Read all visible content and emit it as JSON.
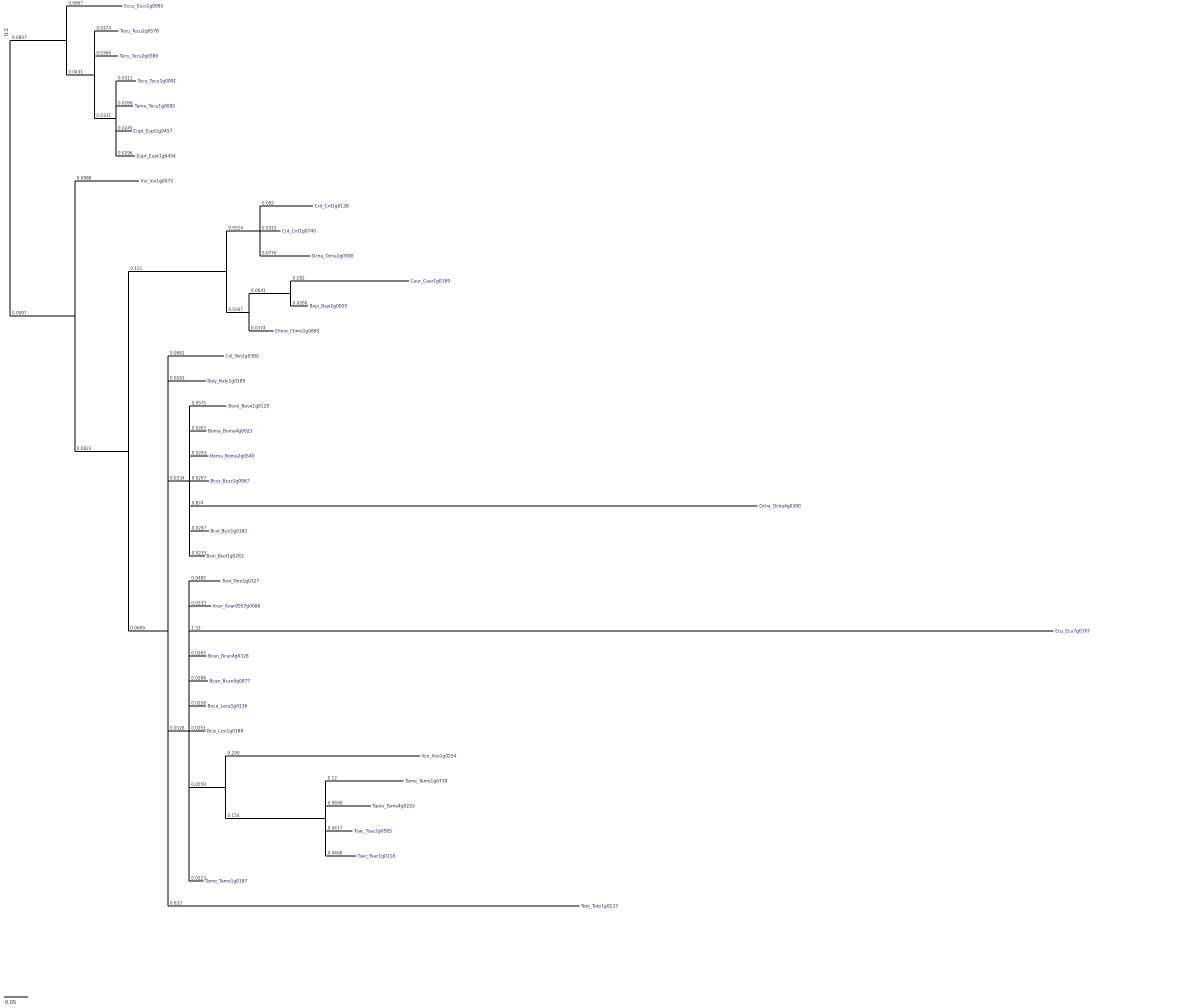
{
  "tree": {
    "scale_bar_label": "0.05",
    "root_label": "0.2",
    "nodes": [
      {
        "id": "n1",
        "parent": "root",
        "bl": "0.0867",
        "tip": false
      },
      {
        "id": "t1",
        "parent": "n1",
        "bl": "0.0867",
        "tip": true,
        "label": "Eccu_Eucr1g0085"
      },
      {
        "id": "n2",
        "parent": "n1",
        "bl": "0.0431",
        "tip": false
      },
      {
        "id": "t2",
        "parent": "n2",
        "bl": "0.0374",
        "tip": true,
        "label": "Tecu_Tecu2g0578"
      },
      {
        "id": "t3",
        "parent": "n2",
        "bl": "0.0366",
        "tip": true,
        "label": "Tecu_Tecu2g0580"
      },
      {
        "id": "n3",
        "parent": "n2",
        "bl": "0.0331",
        "tip": false
      },
      {
        "id": "t4",
        "parent": "n3",
        "bl": "0.0311",
        "tip": true,
        "label": "Tecu_Tecu1g0091"
      },
      {
        "id": "t5",
        "parent": "n3",
        "bl": "0.0266",
        "tip": true,
        "label": "Tamu_Tecu1g0092"
      },
      {
        "id": "t6",
        "parent": "n3",
        "bl": "0.0245",
        "tip": true,
        "label": "Eupt_Eupt1g0457"
      },
      {
        "id": "t7",
        "parent": "n3",
        "bl": "0.0296",
        "tip": true,
        "label": "Eupt_Eupt1g0454"
      },
      {
        "id": "n4",
        "parent": "root",
        "bl": "0.0997",
        "tip": false
      },
      {
        "id": "t8",
        "parent": "n4",
        "bl": "0.0988",
        "tip": true,
        "label": "Vvi_Vvi1g0075"
      },
      {
        "id": "n5",
        "parent": "n4",
        "bl": "0.0823",
        "tip": false
      },
      {
        "id": "n6",
        "parent": "n5",
        "bl": "0.151",
        "tip": false
      },
      {
        "id": "n7",
        "parent": "n6",
        "bl": "0.0514",
        "tip": false
      },
      {
        "id": "t9",
        "parent": "n7",
        "bl": "0.082",
        "tip": true,
        "label": "Crd_Crd1g0138"
      },
      {
        "id": "t10",
        "parent": "n7",
        "bl": "0.0315",
        "tip": true,
        "label": "Crd_Crd1g0740"
      },
      {
        "id": "t11",
        "parent": "n7",
        "bl": "0.0776",
        "tip": true,
        "label": "Ocha_Ocha1g0590"
      },
      {
        "id": "n8",
        "parent": "n6",
        "bl": "0.0347",
        "tip": false
      },
      {
        "id": "n9",
        "parent": "n8",
        "bl": "0.0641",
        "tip": false
      },
      {
        "id": "t12",
        "parent": "n9",
        "bl": "0.182",
        "tip": true,
        "label": "Caur_Caur1g0189"
      },
      {
        "id": "t13",
        "parent": "n9",
        "bl": "0.0268",
        "tip": true,
        "label": "Bspi_Bspi2g0050"
      },
      {
        "id": "t14",
        "parent": "n8",
        "bl": "0.0374",
        "tip": true,
        "label": "Chmo_Chmo1g0895"
      },
      {
        "id": "n10",
        "parent": "n5",
        "bl": "0.0609",
        "tip": false
      },
      {
        "id": "t15",
        "parent": "n10",
        "bl": "0.0862",
        "tip": true,
        "label": "Cel_Ten1g0380"
      },
      {
        "id": "t16",
        "parent": "n10",
        "bl": "0.0583",
        "tip": true,
        "label": "Baly_Baly1g0189"
      },
      {
        "id": "n11",
        "parent": "n10",
        "bl": "0.0334",
        "tip": false
      },
      {
        "id": "t17",
        "parent": "n11",
        "bl": "0.0571",
        "tip": true,
        "label": "Beve_Beve1g0129"
      },
      {
        "id": "t18",
        "parent": "n11",
        "bl": "0.0261",
        "tip": true,
        "label": "Boma_Boma4g0023"
      },
      {
        "id": "t19",
        "parent": "n11",
        "bl": "0.0293",
        "tip": true,
        "label": "Boma_Boma2g0540"
      },
      {
        "id": "t20",
        "parent": "n11",
        "bl": "0.0297",
        "tip": true,
        "label": "Bcsz_Bcsz1g0067"
      },
      {
        "id": "t21",
        "parent": "n11",
        "bl": "0.874",
        "tip": true,
        "label": "Ocha_Ocha4g0390"
      },
      {
        "id": "t22",
        "parent": "n11",
        "bl": "0.0297",
        "tip": true,
        "label": "Bcsi_Bcsi1g0182"
      },
      {
        "id": "t23",
        "parent": "n11",
        "bl": "0.0235",
        "tip": true,
        "label": "Bsoi_Bsoi1g0263"
      },
      {
        "id": "n12",
        "parent": "n10",
        "bl": "0.0328",
        "tip": false
      },
      {
        "id": "t24",
        "parent": "n12",
        "bl": "0.0485",
        "tip": true,
        "label": "Toro_Toro1g0327"
      },
      {
        "id": "t25",
        "parent": "n12",
        "bl": "0.0333",
        "tip": true,
        "label": "Anar_Anar0057g0088"
      },
      {
        "id": "t26",
        "parent": "n12",
        "bl": "1.33",
        "tip": true,
        "label": "Ecu_Ecu7g0167"
      },
      {
        "id": "t27",
        "parent": "n12",
        "bl": "0.0265",
        "tip": true,
        "label": "Bcan_Bcan4g0328"
      },
      {
        "id": "t28",
        "parent": "n12",
        "bl": "0.0288",
        "tip": true,
        "label": "Bcan_Bcan4g0877"
      },
      {
        "id": "t29",
        "parent": "n12",
        "bl": "0.0258",
        "tip": true,
        "label": "Boca_Loca1g0136"
      },
      {
        "id": "t30",
        "parent": "n12",
        "bl": "0.0251",
        "tip": true,
        "label": "Bcsi_Lcsi1g0188"
      },
      {
        "id": "n13",
        "parent": "n12",
        "bl": "0.0559",
        "tip": false
      },
      {
        "id": "t31",
        "parent": "n13",
        "bl": "0.299",
        "tip": true,
        "label": "Aco_Aco1g0254"
      },
      {
        "id": "n14",
        "parent": "n13",
        "bl": "0.154",
        "tip": false
      },
      {
        "id": "t32",
        "parent": "n14",
        "bl": "0.12",
        "tip": true,
        "label": "Tamo_Tamo1g0718"
      },
      {
        "id": "t33",
        "parent": "n14",
        "bl": "0.0698",
        "tip": true,
        "label": "Tamo_Tamo4g0233"
      },
      {
        "id": "t34",
        "parent": "n14",
        "bl": "0.0417",
        "tip": true,
        "label": "Tsac_Tsac2g0585"
      },
      {
        "id": "t35",
        "parent": "n14",
        "bl": "0.0468",
        "tip": true,
        "label": "Tsac_Tsac1g0118"
      },
      {
        "id": "t36",
        "parent": "n12",
        "bl": "0.0223",
        "tip": true,
        "label": "Tamo_Tamo1g0187"
      },
      {
        "id": "t37",
        "parent": "n10",
        "bl": "0.633",
        "tip": true,
        "label": "Teto_Teto1g0133"
      }
    ]
  }
}
